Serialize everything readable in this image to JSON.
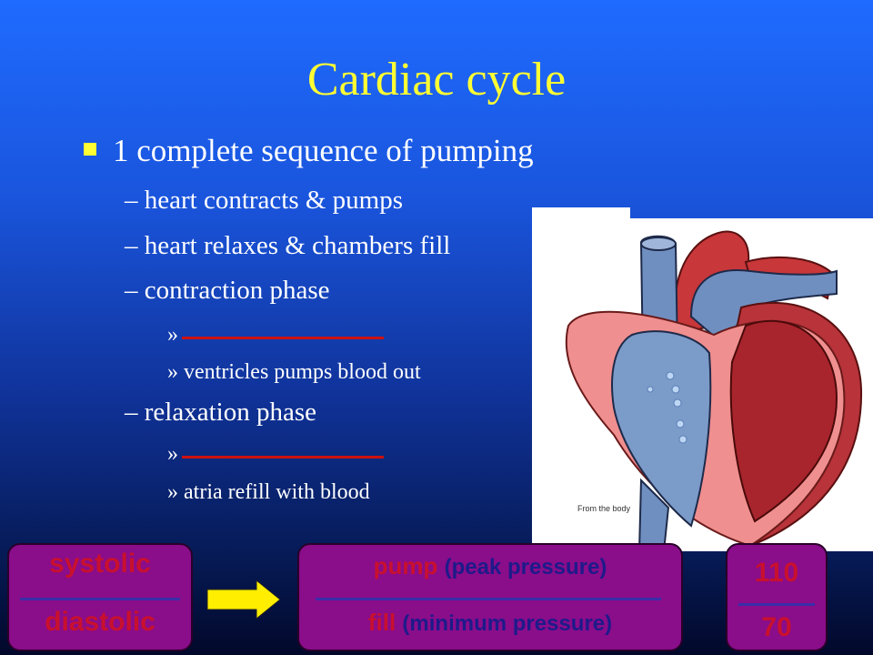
{
  "slide": {
    "title": "Cardiac cycle",
    "bullet": "1 complete sequence of pumping",
    "sub_items": [
      "– heart contracts & pumps",
      "– heart relaxes & chambers fill",
      "– contraction phase",
      "– relaxation phase"
    ],
    "sub_sub_items": [
      "»",
      "» ventricles pumps blood out",
      "»",
      "» atria refill with blood"
    ],
    "diagram_caption": "From the body"
  },
  "boxes": {
    "left": {
      "top": "systolic",
      "bottom": "diastolic"
    },
    "middle": {
      "top_word": "pump",
      "top_note": "(peak pressure)",
      "bottom_word": "fill",
      "bottom_note": "(minimum pressure)"
    },
    "right": {
      "top": "110",
      "bottom": "70"
    }
  },
  "colors": {
    "title": "#ffff33",
    "box": "#8a0d8a",
    "box_text_red": "#c8102e",
    "box_text_navy": "#1e1a8a",
    "arrow": "#ffee00"
  }
}
